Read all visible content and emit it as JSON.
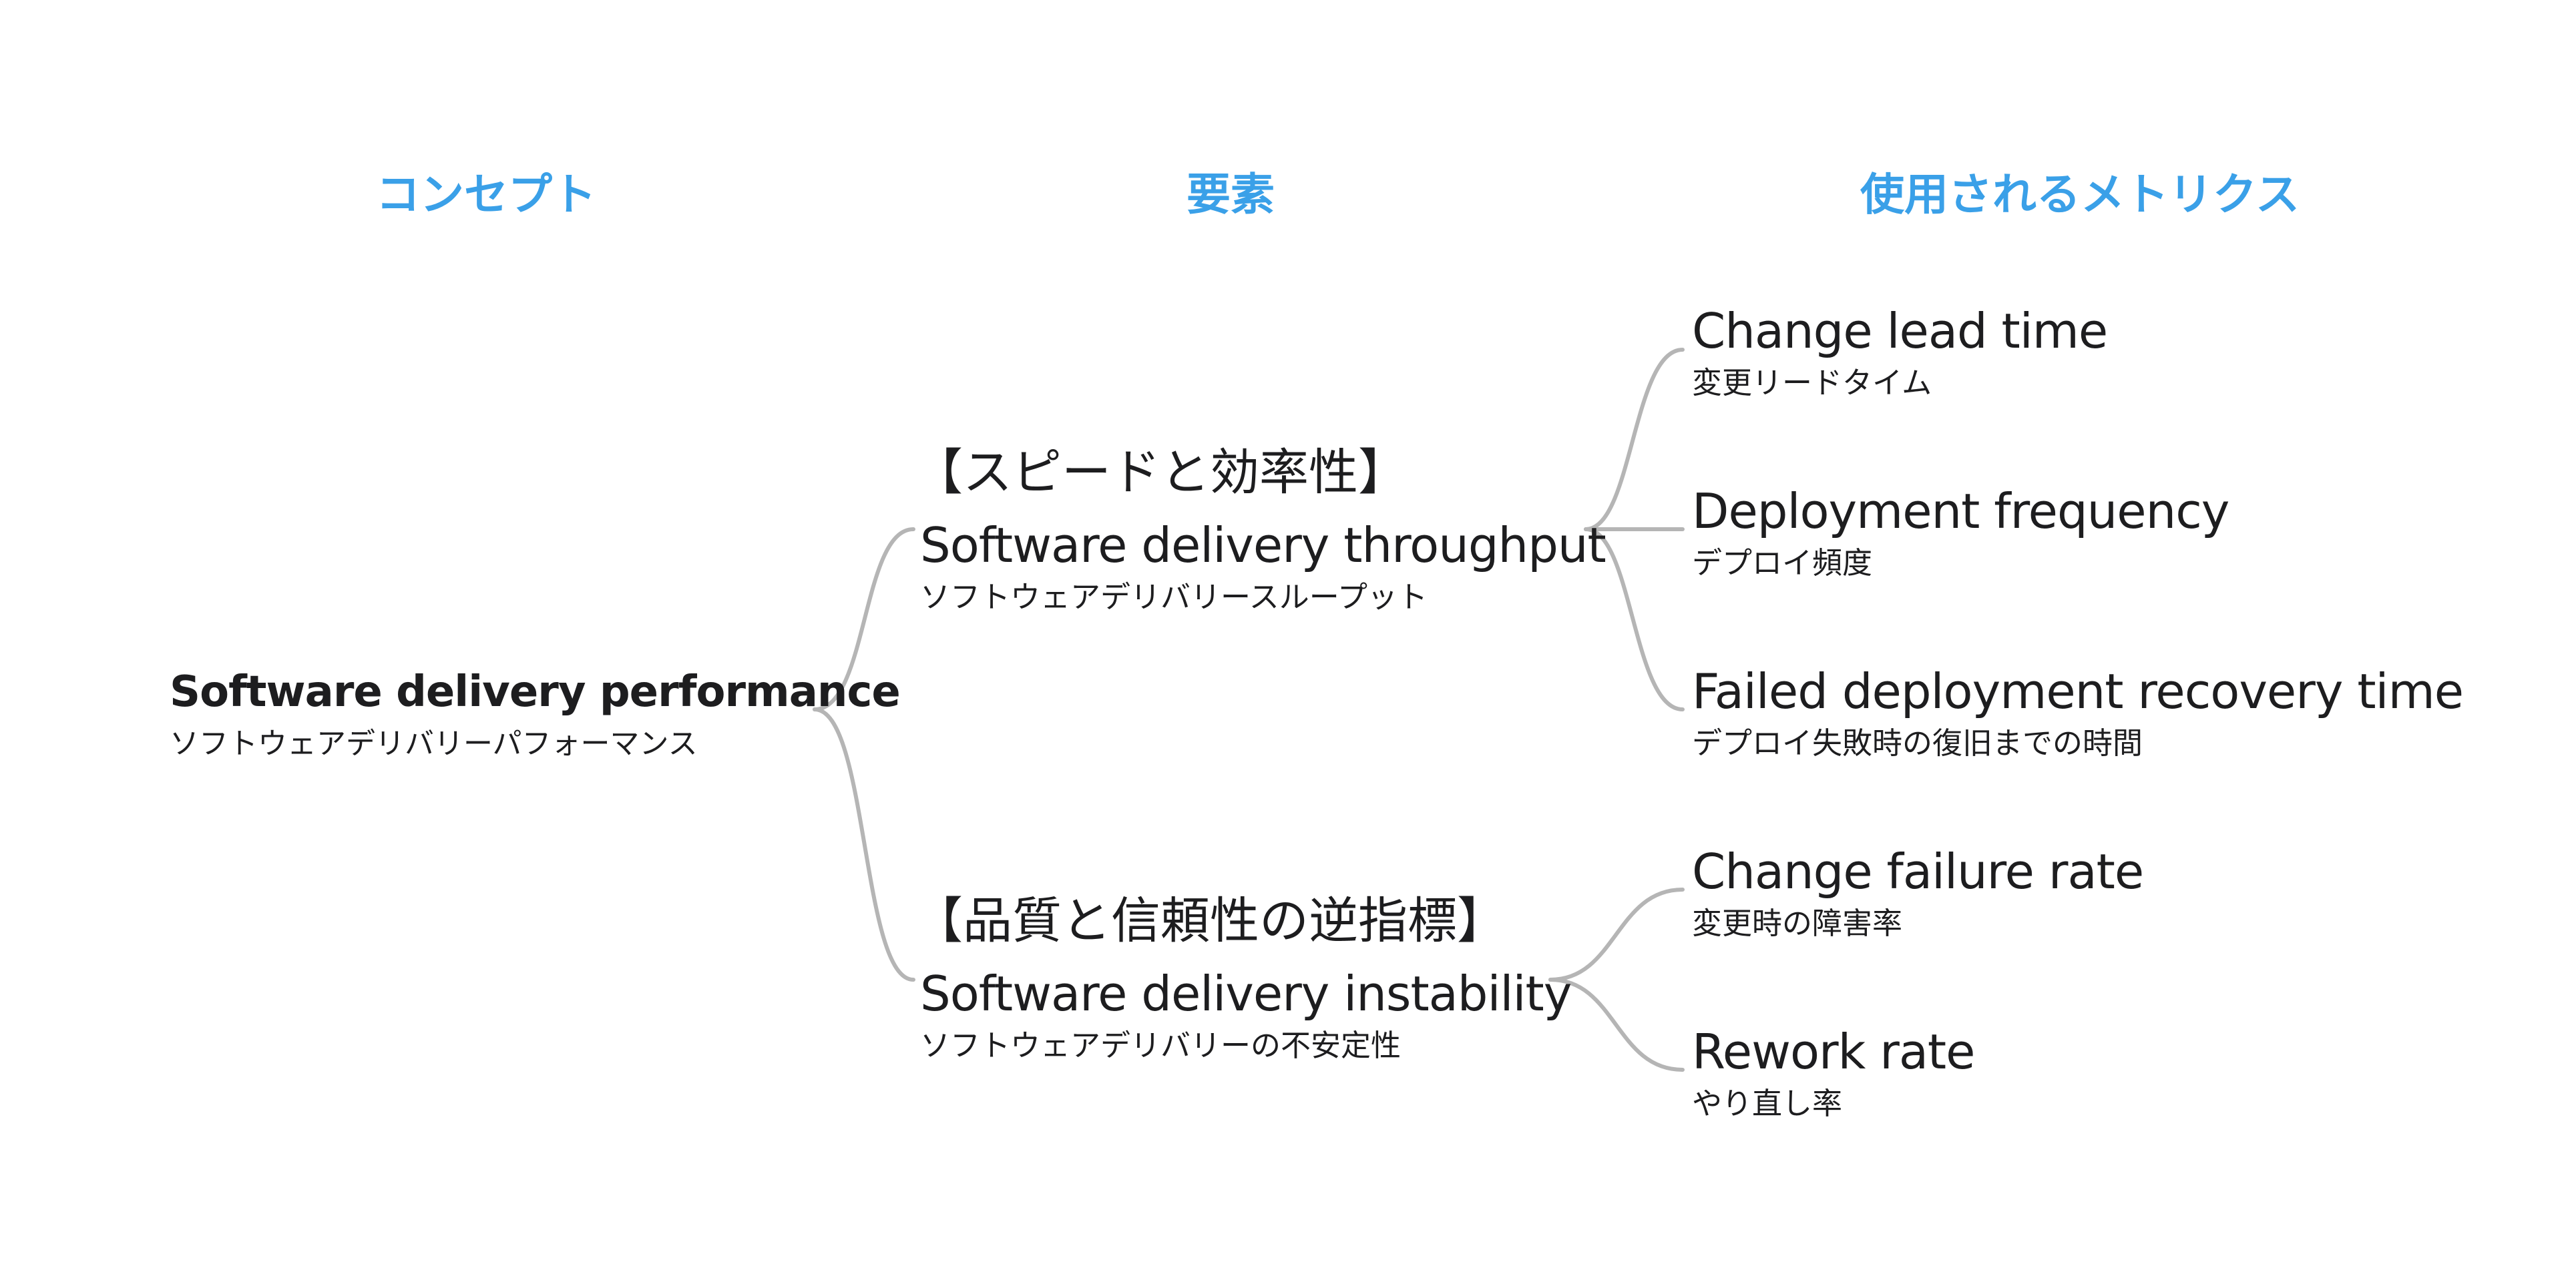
{
  "headers": {
    "concept": "コンセプト",
    "element": "要素",
    "metrics": "使用されるメトリクス"
  },
  "concept": {
    "title": "Software delivery performance",
    "subtitle": "ソフトウェアデリバリーパフォーマンス"
  },
  "elements": [
    {
      "tag": "【スピードと効率性】",
      "title": "Software delivery throughput",
      "subtitle": "ソフトウェアデリバリースループット"
    },
    {
      "tag": "【品質と信頼性の逆指標】",
      "title": "Software delivery instability",
      "subtitle": "ソフトウェアデリバリーの不安定性"
    }
  ],
  "metrics": [
    {
      "title": "Change lead time",
      "subtitle": "変更リードタイム"
    },
    {
      "title": "Deployment frequency",
      "subtitle": "デプロイ頻度"
    },
    {
      "title": "Failed deployment recovery time",
      "subtitle": "デプロイ失敗時の復旧までの時間"
    },
    {
      "title": "Change failure rate",
      "subtitle": "変更時の障害率"
    },
    {
      "title": "Rework rate",
      "subtitle": "やり直し率"
    }
  ],
  "colors": {
    "header": "#3aa0e8",
    "text": "#1d1d1f",
    "connector": "#b5b5b5"
  }
}
